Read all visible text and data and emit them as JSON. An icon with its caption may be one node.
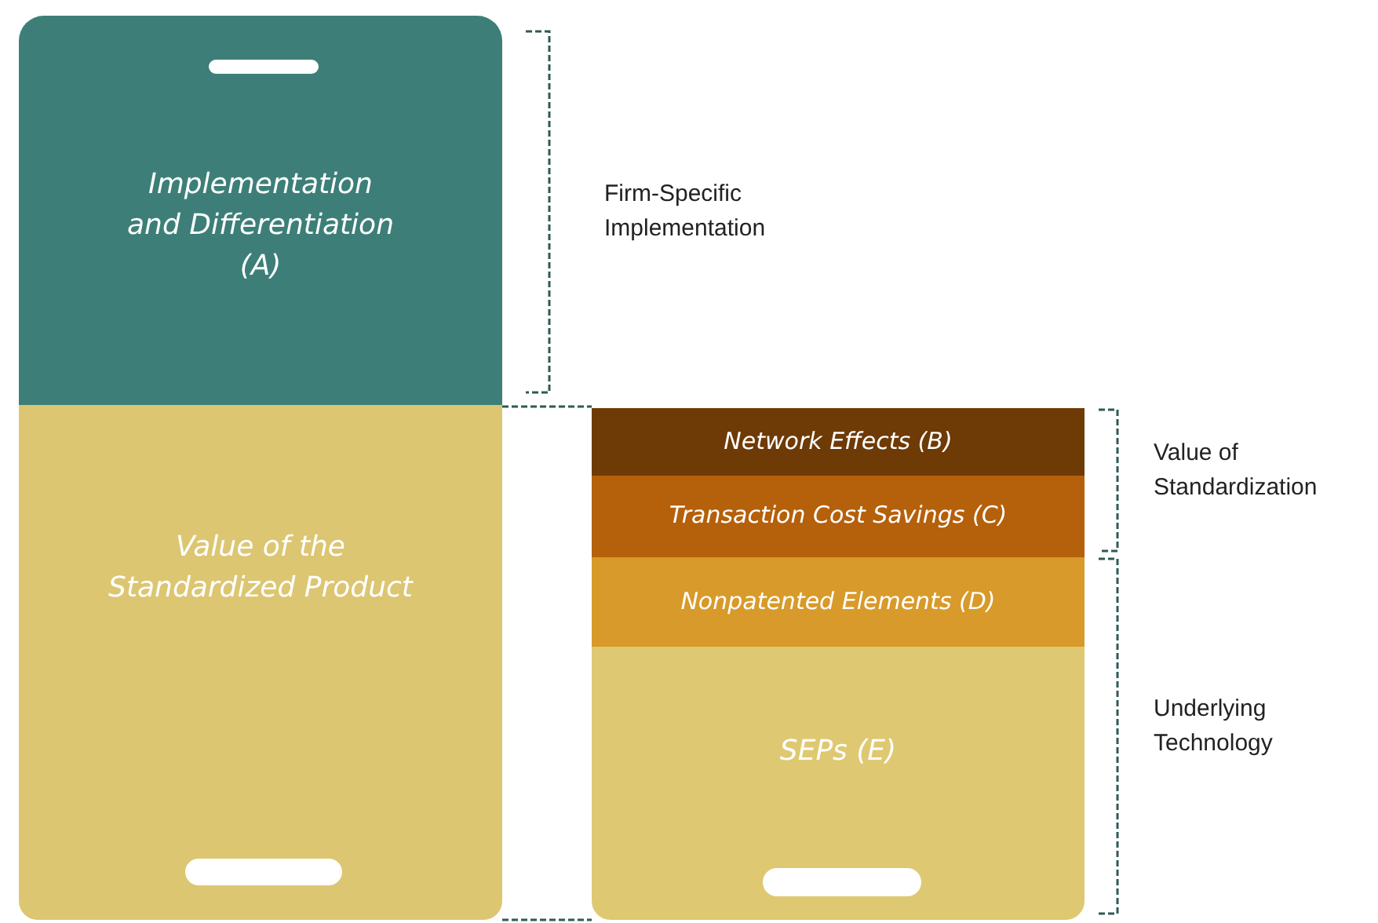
{
  "diagram": {
    "nodes": [
      {
        "text": [
          "Implementation and Differentiation (A)"
        ]
      },
      {
        "text": [
          "Value of the Standardized Product"
        ]
      },
      {
        "text": [
          "Network Effects (B)"
        ]
      },
      {
        "text": [
          "Transaction Cost Savings (C)"
        ]
      },
      {
        "text": [
          "Nonpatented Elements (D)"
        ]
      },
      {
        "text": [
          "SEPs (E)"
        ]
      }
    ],
    "edges": [
      {
        "from": 1,
        "to": 2,
        "arrow": "none",
        "style": "dashed"
      },
      {
        "from": 1,
        "to": 5,
        "arrow": "none",
        "style": "dashed"
      }
    ],
    "labels": [
      "Firm-Specific Implementation",
      "Value of Standardization",
      "Underlying Technology"
    ]
  }
}
